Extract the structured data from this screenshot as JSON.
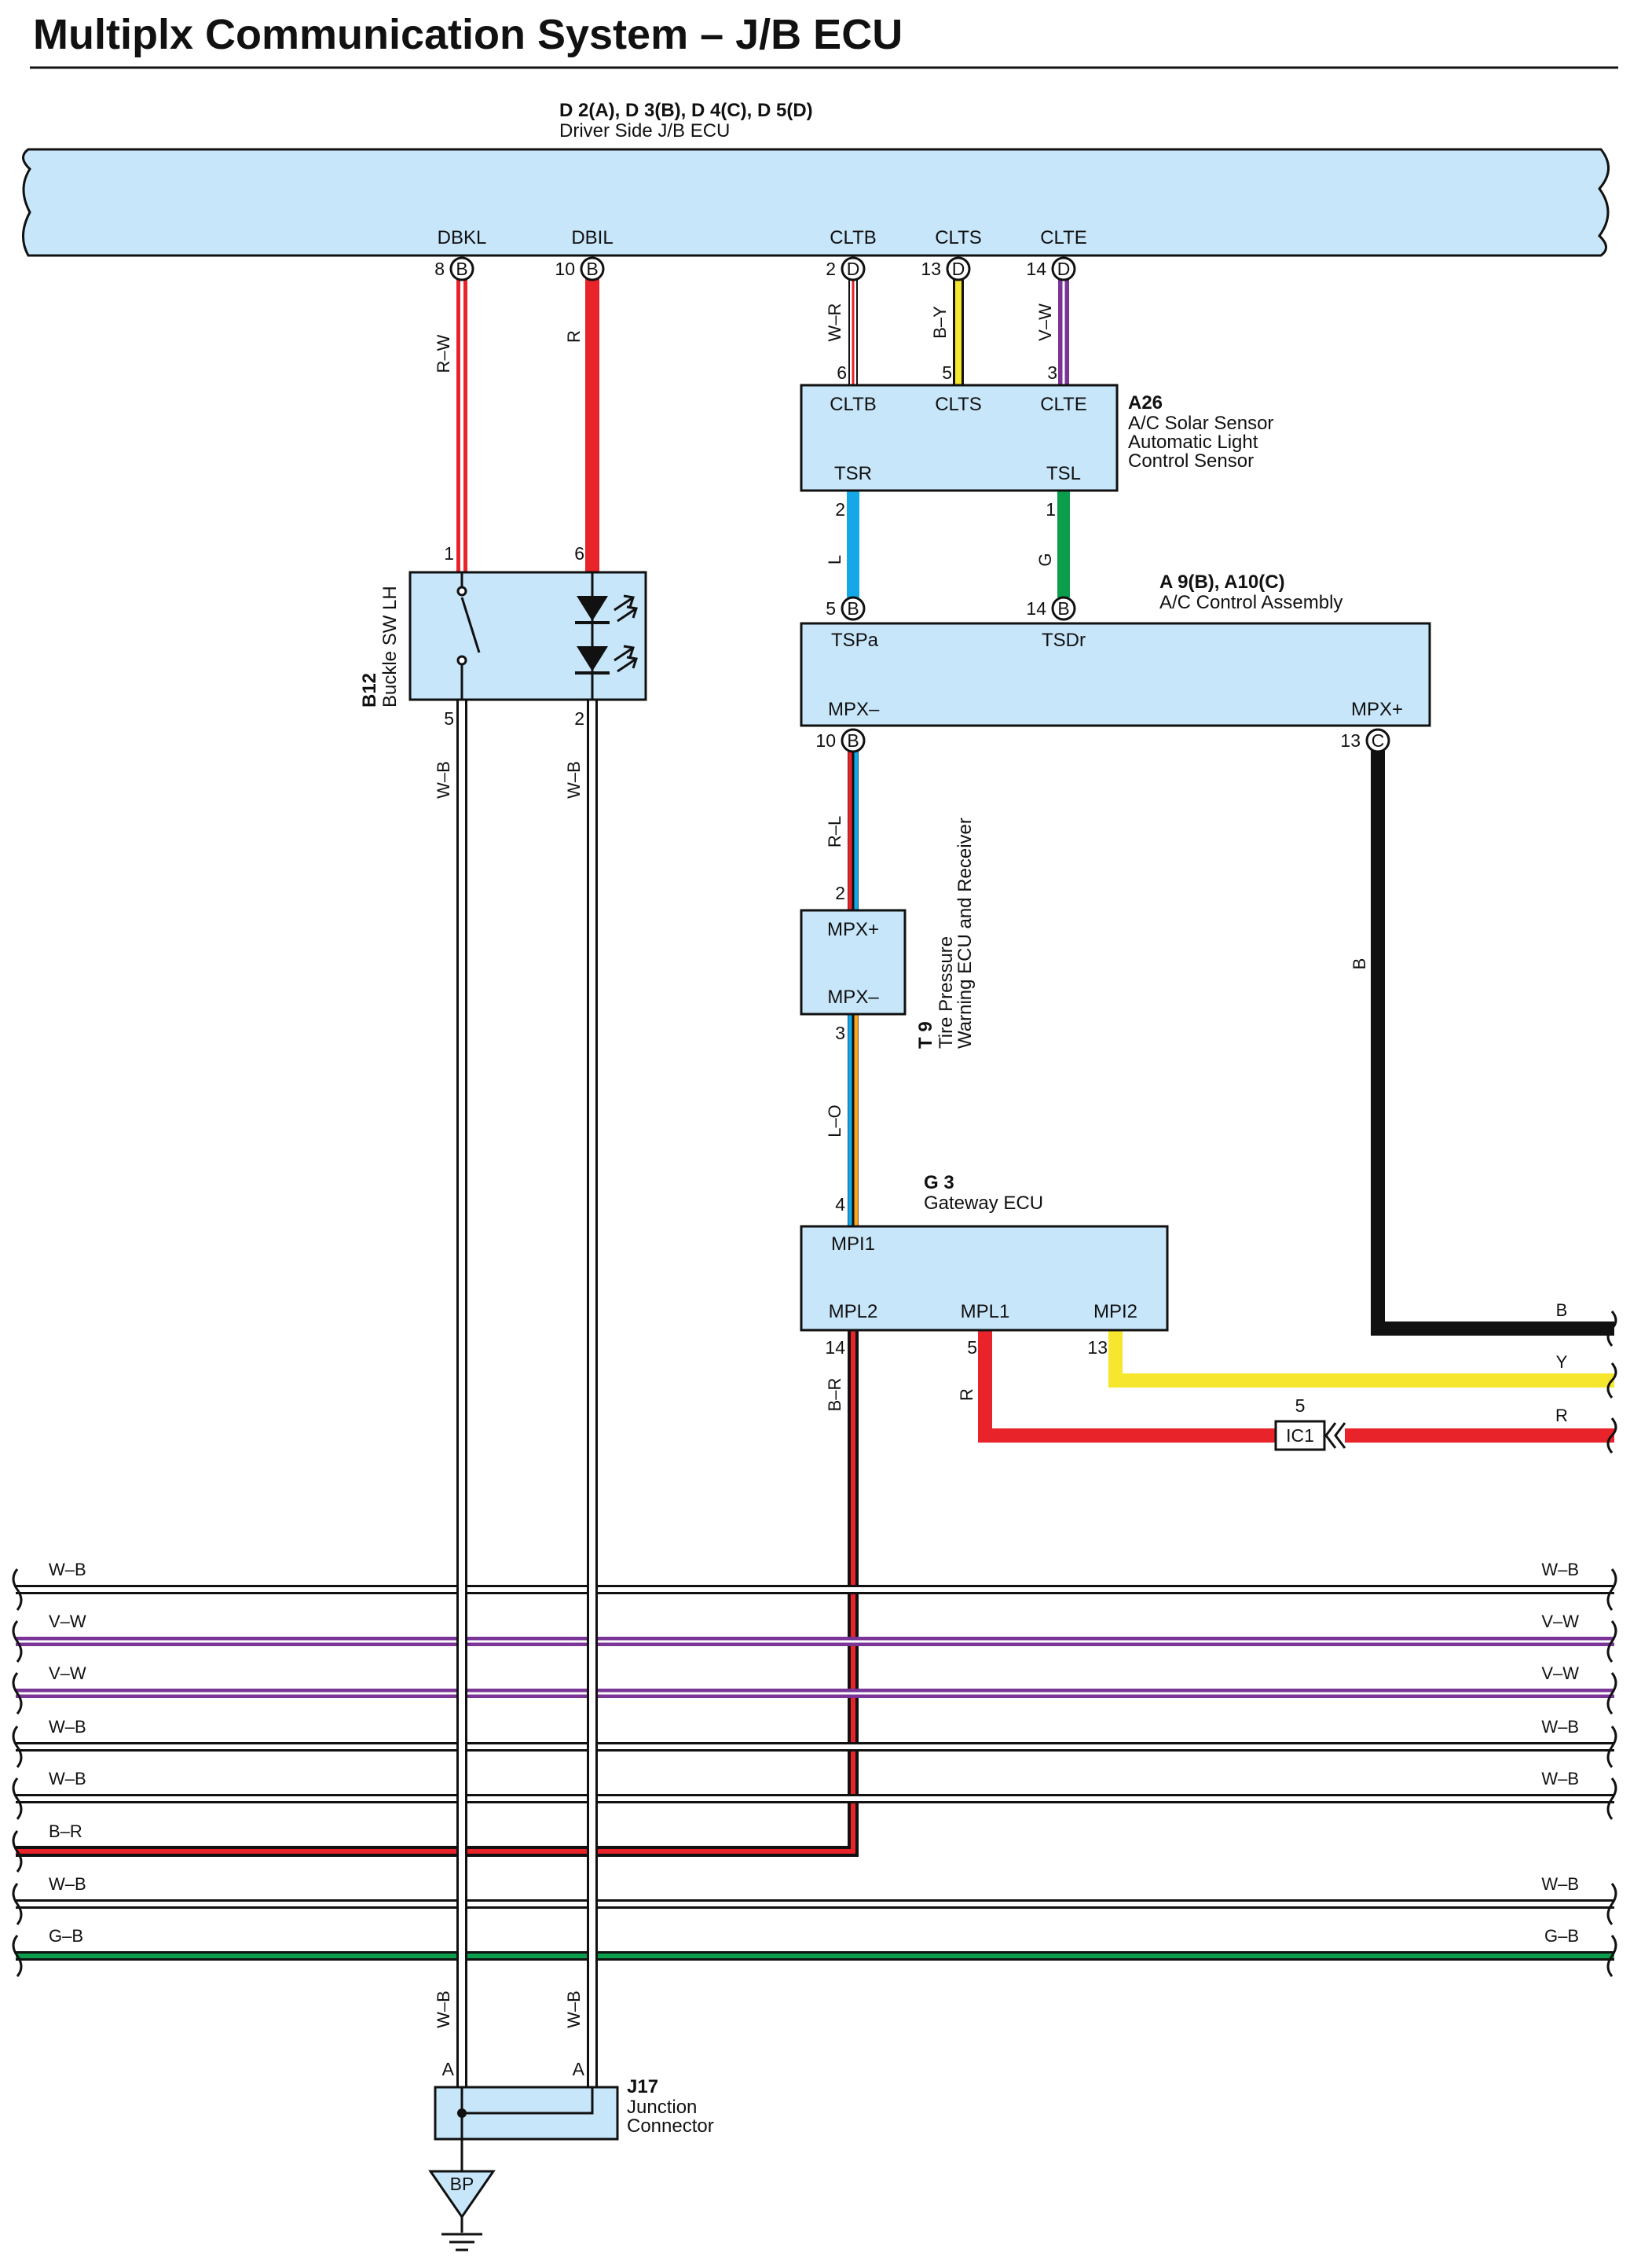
{
  "page": {
    "title": "Multiplx Communication System – J/B ECU"
  },
  "colors": {
    "component_fill": "#c8e6fa",
    "red": "#e8232a",
    "yellow": "#f7e62e",
    "violet": "#7a3596",
    "blue": "#14a9e6",
    "green": "#0a9e4c",
    "orange": "#f5a623",
    "black": "#111111",
    "white": "#ffffff"
  },
  "components": {
    "jb_ecu": {
      "code": "D 2(A), D 3(B), D 4(C), D 5(D)",
      "name": "Driver Side J/B ECU",
      "terminals": [
        "DBKL",
        "DBIL",
        "CLTB",
        "CLTS",
        "CLTE"
      ],
      "pins": [
        "8",
        "10",
        "2",
        "13",
        "14"
      ],
      "connectors": [
        "B",
        "B",
        "D",
        "D",
        "D"
      ]
    },
    "a26": {
      "code": "A26",
      "name_lines": [
        "A/C Solar Sensor",
        "Automatic Light",
        "Control Sensor"
      ],
      "terminals_top": [
        "CLTB",
        "CLTS",
        "CLTE"
      ],
      "pins_top": [
        "6",
        "5",
        "3"
      ],
      "terminals_bottom": [
        "TSR",
        "TSL"
      ],
      "pins_bottom": [
        "2",
        "1"
      ]
    },
    "a9": {
      "code": "A 9(B), A10(C)",
      "name": "A/C Control Assembly",
      "terminals_top": [
        "TSPa",
        "TSDr"
      ],
      "pins_top": [
        "5",
        "14"
      ],
      "connectors_top": [
        "B",
        "B"
      ],
      "terminals_bottom": [
        "MPX–",
        "MPX+"
      ],
      "pins_bottom": [
        "10",
        "13"
      ],
      "connectors_bottom": [
        "B",
        "C"
      ]
    },
    "b12": {
      "code": "B12",
      "name": "Buckle SW LH",
      "pins_top": [
        "1",
        "6"
      ],
      "pins_bottom": [
        "5",
        "2"
      ]
    },
    "t9": {
      "code": "T 9",
      "name_lines": [
        "Tire Pressure",
        "Warning ECU and Receiver"
      ],
      "terminals": [
        "MPX+",
        "MPX–"
      ],
      "pins": [
        "2",
        "3"
      ]
    },
    "g3": {
      "code": "G 3",
      "name": "Gateway ECU",
      "terminal_top": "MPI1",
      "pin_top": "4",
      "terminals_bottom": [
        "MPL2",
        "MPL1",
        "MPI2"
      ],
      "pins_bottom": [
        "14",
        "5",
        "13"
      ]
    },
    "ic1": {
      "code": "IC1",
      "pin": "5"
    },
    "j17": {
      "code": "J17",
      "name_lines": [
        "Junction",
        "Connector"
      ],
      "pins": [
        "A",
        "A"
      ]
    },
    "ground": {
      "code": "BP"
    }
  },
  "wires": {
    "dbkl": "R–W",
    "dbil": "R",
    "cltb": "W–R",
    "clts": "B–Y",
    "clte": "V–W",
    "tsr": "L",
    "tsl": "G",
    "b12_5": "W–B",
    "b12_2": "W–B",
    "mpx_minus": "R–L",
    "mpx_plus": "B",
    "t9_3": "L–O",
    "g3_14": "B–R",
    "g3_5": "R",
    "out_b": "B",
    "out_y": "Y",
    "out_r": "R",
    "j17_left": "W–B",
    "j17_right": "W–B"
  },
  "buses": {
    "left": [
      "W–B",
      "V–W",
      "V–W",
      "W–B",
      "W–B",
      "B–R",
      "W–B",
      "G–B"
    ],
    "right": [
      "W–B",
      "V–W",
      "V–W",
      "W–B",
      "W–B",
      "",
      "W–B",
      "G–B"
    ]
  }
}
